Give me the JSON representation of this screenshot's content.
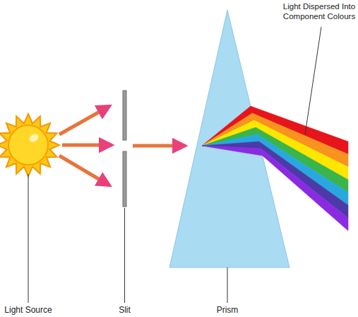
{
  "diagram": {
    "labels": [
      "Light Dispersed Into Component Colours",
      "Light Source",
      "Slit",
      "Prism"
    ]
  }
}
